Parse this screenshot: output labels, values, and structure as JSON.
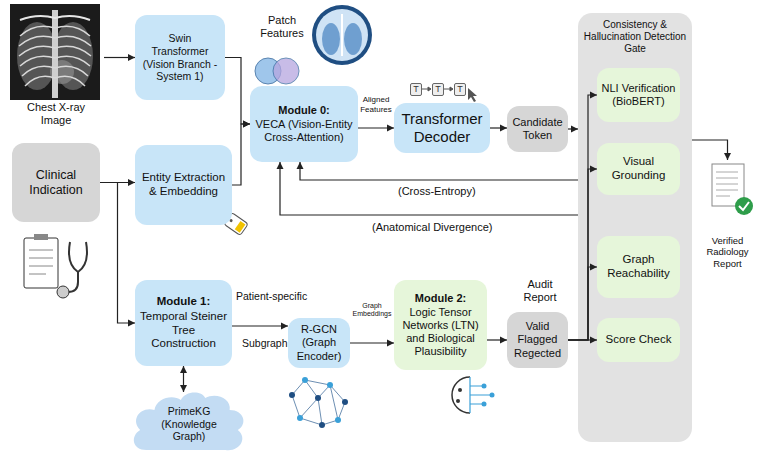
{
  "diagram": {
    "nodes": [
      {
        "text": [
          "Chest X-ray Image"
        ]
      },
      {
        "text": [
          "Swin Transformer (Vision Branch - System 1)"
        ]
      },
      {
        "text": [
          "Clinical Indication"
        ]
      },
      {
        "text": [
          "Entity Extraction & Embedding"
        ]
      },
      {
        "text": [
          "Module 0:",
          "VECA (Vision-Entity Cross-Attention)"
        ]
      },
      {
        "text": [
          "Transformer Decoder"
        ]
      },
      {
        "text": [
          "Candidate Token"
        ]
      },
      {
        "text": [
          "Consistency & Hallucination Detection Gate"
        ]
      },
      {
        "text": [
          "NLI Verification (BioBERT)"
        ],
        "in": 7
      },
      {
        "text": [
          "Visual Grounding"
        ],
        "in": 7
      },
      {
        "text": [
          "Graph Reachability"
        ],
        "in": 7
      },
      {
        "text": [
          "Score Check"
        ],
        "in": 7
      },
      {
        "text": [
          "Verified Radiology Report"
        ]
      },
      {
        "text": [
          "Module 1:",
          "Temporal Steiner Tree Construction"
        ]
      },
      {
        "text": [
          "PrimeKG (Knowledge Graph)"
        ]
      },
      {
        "text": [
          "R-GCN (Graph Encoder)"
        ]
      },
      {
        "text": [
          "Module 2:",
          "Logic Tensor Networks (LTN) and Biological Plausibility"
        ]
      },
      {
        "text": [
          "Valid Flagged Regected"
        ]
      }
    ],
    "edges": [
      {
        "from": 0,
        "to": 1,
        "arrow": "to"
      },
      {
        "from": 1,
        "to": 4,
        "label": "Patch Features",
        "arrow": "to"
      },
      {
        "from": 2,
        "to": 3,
        "arrow": "to"
      },
      {
        "from": 3,
        "to": 4,
        "arrow": "to"
      },
      {
        "from": 2,
        "to": 13,
        "arrow": "to"
      },
      {
        "from": 4,
        "to": 5,
        "label": "Aligned Features",
        "arrow": "to"
      },
      {
        "from": 5,
        "to": 6,
        "arrow": "to"
      },
      {
        "from": 6,
        "to": 7,
        "arrow": "to"
      },
      {
        "from": 7,
        "to": 4,
        "label": "(Cross-Entropy)",
        "arrow": "to"
      },
      {
        "from": 7,
        "to": 4,
        "label": "(Anatomical Divergence)",
        "arrow": "to"
      },
      {
        "from": 13,
        "to": 14,
        "arrow": "both"
      },
      {
        "from": 13,
        "to": 15,
        "label": "Patient-specific",
        "arrow": "to"
      },
      {
        "from": 15,
        "to": 16,
        "label": "Graph Embeddings",
        "arrow": "to"
      },
      {
        "from": 16,
        "to": 17,
        "arrow": "to"
      },
      {
        "from": 17,
        "to": 8,
        "arrow": "to"
      },
      {
        "from": 17,
        "to": 9,
        "arrow": "to"
      },
      {
        "from": 17,
        "to": 10,
        "arrow": "to"
      },
      {
        "from": 17,
        "to": 11,
        "arrow": "to"
      },
      {
        "from": 7,
        "to": 12,
        "arrow": "to"
      }
    ],
    "labels": [
      "Subgraph",
      "Audit Report",
      "T",
      "T",
      "T"
    ]
  }
}
